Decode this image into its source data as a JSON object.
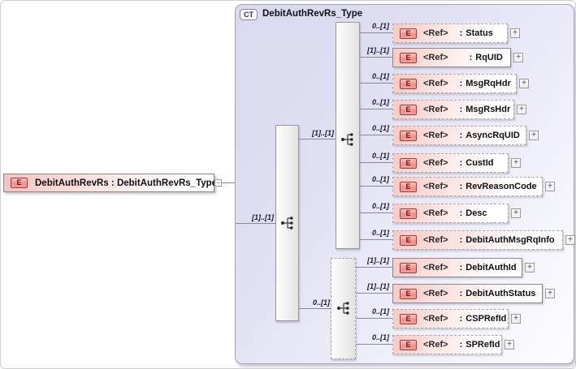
{
  "root_element": {
    "icon": "E",
    "label": "DebitAuthRevRs : DebitAuthRevRs_Type",
    "collapse_glyph": "−"
  },
  "complex_type": {
    "badge": "CT",
    "title": "DebitAuthRevRs_Type"
  },
  "connectors": {
    "root_to_outer_sequence": "[1]..[1]",
    "outer_to_upper_sequence": "[1]..[1]",
    "outer_to_lower_sequence": "0..[1]"
  },
  "common": {
    "element_icon": "E",
    "ref_label": "<Ref>",
    "colon": ":",
    "expand_glyph": "+"
  },
  "elements": [
    {
      "name": "Status",
      "cardinality": "0..[1]",
      "required": false
    },
    {
      "name": "RqUID",
      "cardinality": "[1]..[1]",
      "required": true
    },
    {
      "name": "MsgRqHdr",
      "cardinality": "0..[1]",
      "required": false
    },
    {
      "name": "MsgRsHdr",
      "cardinality": "0..[1]",
      "required": false
    },
    {
      "name": "AsyncRqUID",
      "cardinality": "0..[1]",
      "required": false
    },
    {
      "name": "CustId",
      "cardinality": "0..[1]",
      "required": false
    },
    {
      "name": "RevReasonCode",
      "cardinality": "0..[1]",
      "required": false
    },
    {
      "name": "Desc",
      "cardinality": "0..[1]",
      "required": false
    },
    {
      "name": "DebitAuthMsgRqInfo",
      "cardinality": "0..[1]",
      "required": false
    },
    {
      "name": "DebitAuthId",
      "cardinality": "[1]..[1]",
      "required": true
    },
    {
      "name": "DebitAuthStatus",
      "cardinality": "[1]..[1]",
      "required": true
    },
    {
      "name": "CSPRefId",
      "cardinality": "0..[1]",
      "required": false
    },
    {
      "name": "SPRefId",
      "cardinality": "0..[1]",
      "required": false
    }
  ]
}
